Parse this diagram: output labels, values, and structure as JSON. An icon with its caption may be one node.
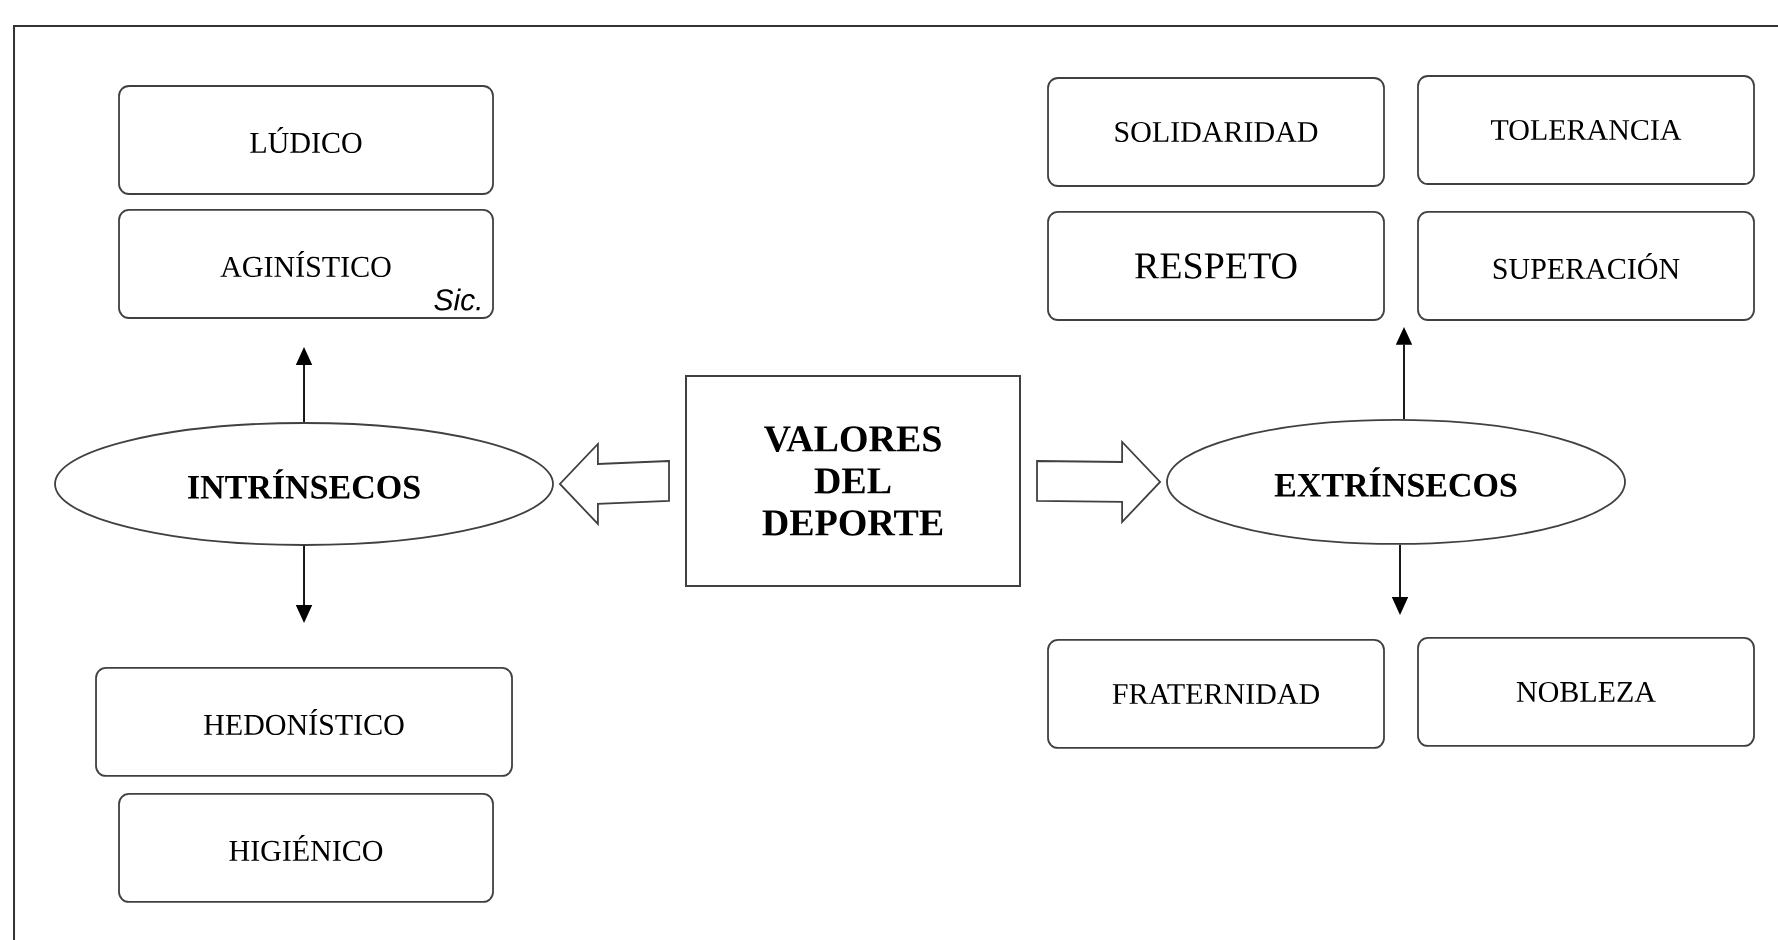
{
  "diagram": {
    "nodes": [
      {
        "text": [
          "VALORES DEL DEPORTE"
        ]
      },
      {
        "text": [
          "INTRÍNSECOS"
        ]
      },
      {
        "text": [
          "EXTRÍNSECOS"
        ]
      },
      {
        "text": [
          "LÚDICO"
        ]
      },
      {
        "text": [
          "AGINÍSTICO",
          "Sic."
        ]
      },
      {
        "text": [
          "HEDONÍSTICO"
        ]
      },
      {
        "text": [
          "HIGIÉNICO"
        ]
      },
      {
        "text": [
          "SOLIDARIDAD"
        ]
      },
      {
        "text": [
          "TOLERANCIA"
        ]
      },
      {
        "text": [
          "RESPETO"
        ]
      },
      {
        "text": [
          "SUPERACIÓN"
        ]
      },
      {
        "text": [
          "FRATERNIDAD"
        ]
      },
      {
        "text": [
          "NOBLEZA"
        ]
      }
    ],
    "edges": [
      {
        "from": 0,
        "to": 1,
        "arrow": "to"
      },
      {
        "from": 0,
        "to": 2,
        "arrow": "to"
      },
      {
        "from": 1,
        "to": 4,
        "arrow": "to"
      },
      {
        "from": 1,
        "to": 5,
        "arrow": "to"
      },
      {
        "from": 2,
        "to": 9,
        "arrow": "to"
      },
      {
        "from": 2,
        "to": 11,
        "arrow": "to"
      }
    ]
  }
}
